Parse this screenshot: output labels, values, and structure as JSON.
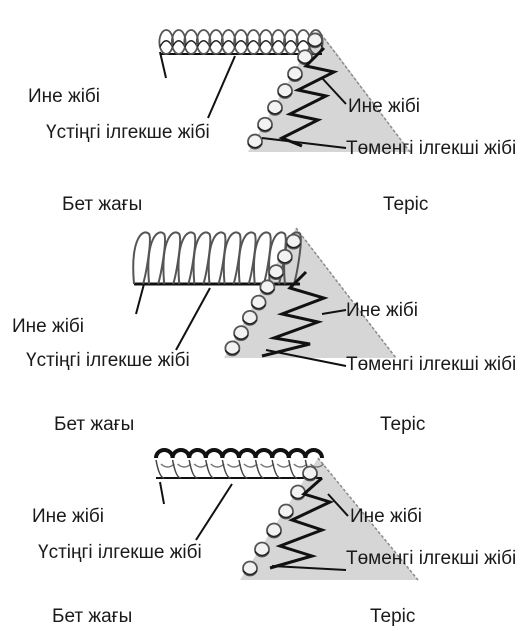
{
  "diagrams": [
    {
      "needle_thread_left": "Ине жібі",
      "upper_looper_thread": "Үстіңгі ілгекше жібі",
      "needle_thread_right": "Ине жібі",
      "lower_looper_thread": "Төменгі ілгекші жібі",
      "right_side": "Бет жағы",
      "wrong_side": "Теріс"
    },
    {
      "needle_thread_left": "Ине жібі",
      "upper_looper_thread": "Үстіңгі ілгекше жібі",
      "needle_thread_right": "Ине жібі",
      "lower_looper_thread": "Төменгі ілгекші жібі",
      "right_side": "Бет жағы",
      "wrong_side": "Теріс"
    },
    {
      "needle_thread_left": "Ине жібі",
      "upper_looper_thread": "Үстіңгі ілгекше жібі",
      "needle_thread_right": "Ине жібі",
      "lower_looper_thread": "Төменгі ілгекші жібі",
      "right_side": "Бет жағы",
      "wrong_side": "Теріс"
    }
  ]
}
